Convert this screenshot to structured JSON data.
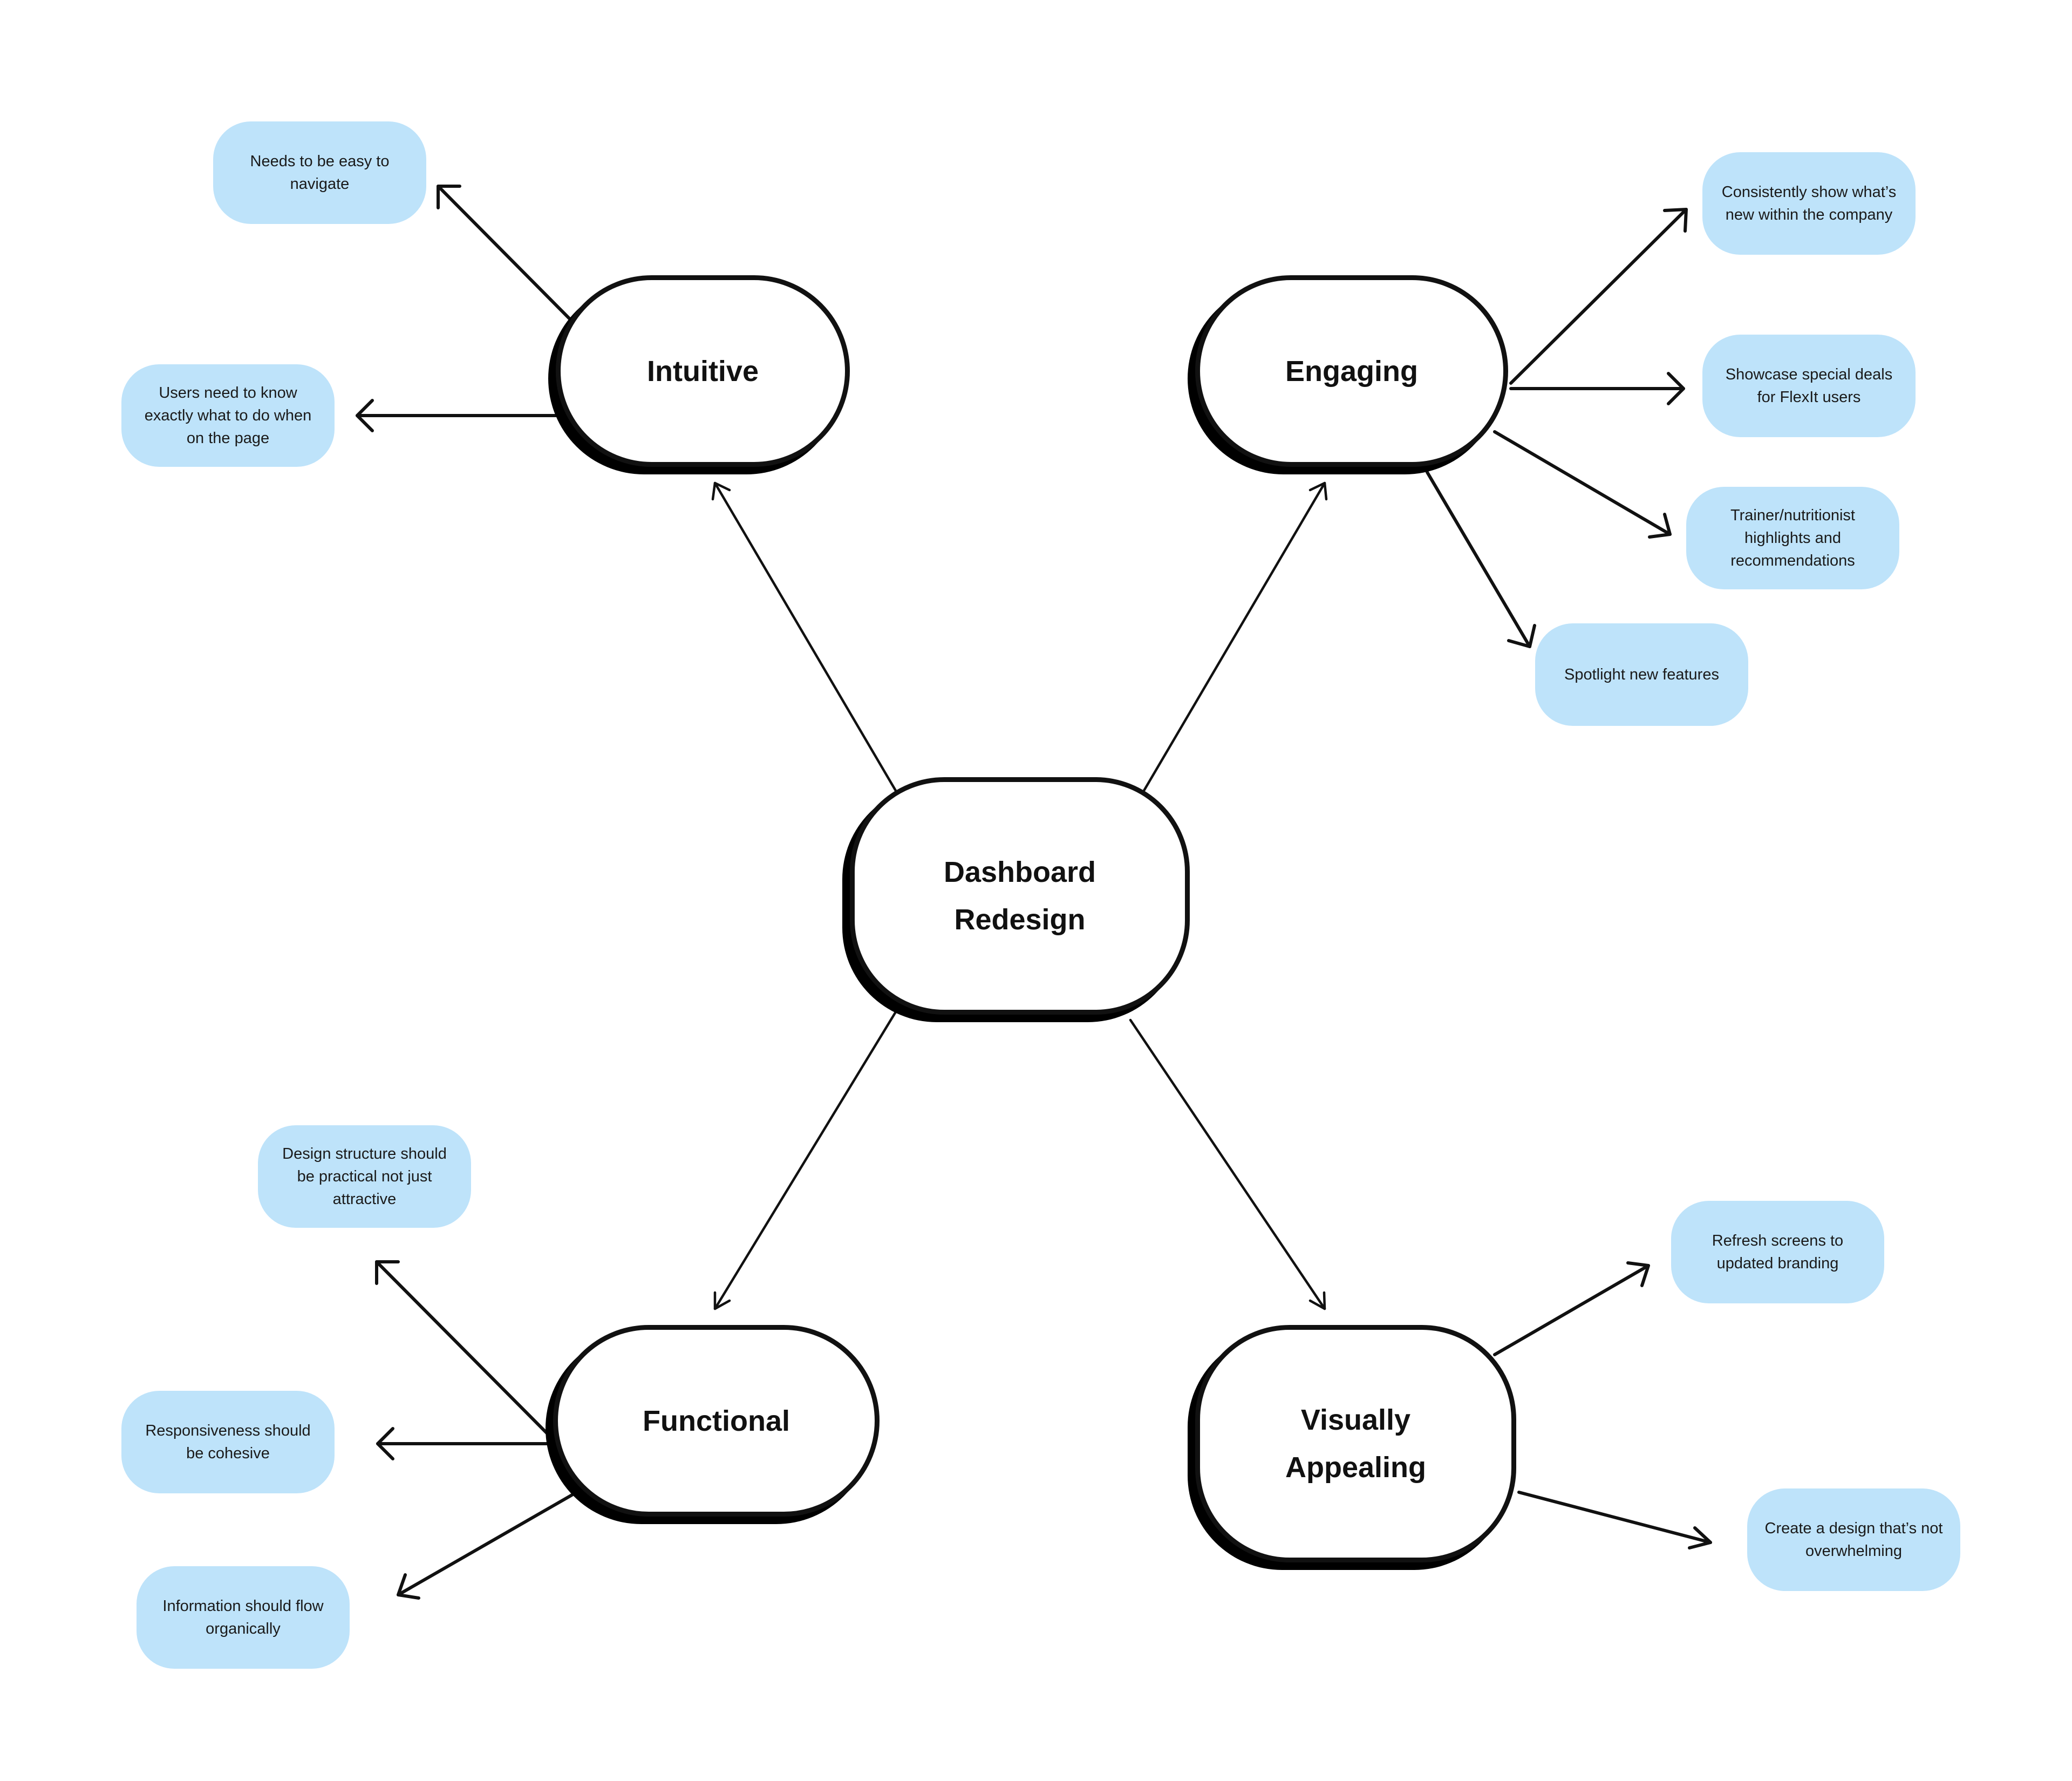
{
  "palette": {
    "note_fill": "#bee3fa",
    "stroke": "#111111",
    "background": "#ffffff"
  },
  "center": {
    "label": "Dashboard\nRedesign"
  },
  "branches": {
    "intuitive": {
      "label": "Intuitive",
      "notes": [
        "Needs to be easy to navigate",
        "Users need to know exactly what to do when on the page"
      ]
    },
    "engaging": {
      "label": "Engaging",
      "notes": [
        "Consistently show what’s new within the company",
        "Showcase special deals for FlexIt users",
        "Trainer/nutritionist highlights and recommendations",
        "Spotlight new features"
      ]
    },
    "functional": {
      "label": "Functional",
      "notes": [
        "Design structure should be practical not just attractive",
        "Responsiveness should be cohesive",
        "Information should flow organically"
      ]
    },
    "visually_appealing": {
      "label": "Visually\nAppealing",
      "notes": [
        "Refresh screens to updated branding",
        "Create a design that’s not overwhelming"
      ]
    }
  }
}
